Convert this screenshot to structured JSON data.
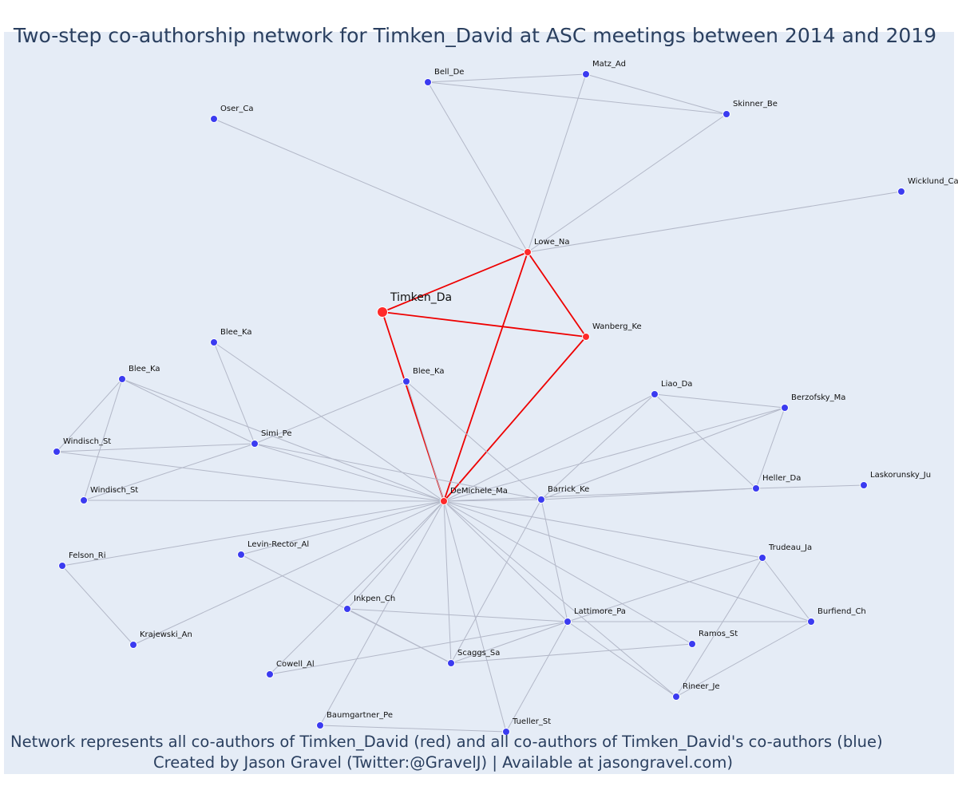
{
  "title": "Two-step co-authorship network for Timken_David at ASC meetings between 2014 and 2019",
  "captions": {
    "line1": "Network represents all co-authors of Timken_David (red) and all co-authors of Timken_David's co-authors (blue)",
    "line2": "Created by Jason Gravel (Twitter:@GravelJ) | Available at jasongravel.com)"
  },
  "colors": {
    "background": "#e5ecf6",
    "first_step_node": "#ff2a2a",
    "second_step_node": "#3b3bf0",
    "first_step_edge": "#ee0000",
    "second_step_edge": "#b3b8c8",
    "title_text": "#2a3f5f"
  },
  "nodes": [
    {
      "id": "Timken_Da",
      "label": "Timken_Da",
      "group": "focal"
    },
    {
      "id": "Lowe_Na",
      "label": "Lowe_Na",
      "group": "coauthor"
    },
    {
      "id": "Wanberg_Ke",
      "label": "Wanberg_Ke",
      "group": "coauthor"
    },
    {
      "id": "DeMichele_Ma",
      "label": "DeMichele_Ma",
      "group": "coauthor"
    },
    {
      "id": "Bell_De",
      "label": "Bell_De",
      "group": "second"
    },
    {
      "id": "Matz_Ad",
      "label": "Matz_Ad",
      "group": "second"
    },
    {
      "id": "Skinner_Be",
      "label": "Skinner_Be",
      "group": "second"
    },
    {
      "id": "Oser_Ca",
      "label": "Oser_Ca",
      "group": "second"
    },
    {
      "id": "Wicklund_Ca",
      "label": "Wicklund_Ca",
      "group": "second"
    },
    {
      "id": "Blee_Ka_1",
      "label": "Blee_Ka",
      "group": "second"
    },
    {
      "id": "Blee_Ka_2",
      "label": "Blee_Ka",
      "group": "second"
    },
    {
      "id": "Blee_Ka_3",
      "label": "Blee_Ka",
      "group": "second"
    },
    {
      "id": "Simi_Pe",
      "label": "Simi_Pe",
      "group": "second"
    },
    {
      "id": "Windisch_St_1",
      "label": "Windisch_St",
      "group": "second"
    },
    {
      "id": "Windisch_St_2",
      "label": "Windisch_St",
      "group": "second"
    },
    {
      "id": "Liao_Da",
      "label": "Liao_Da",
      "group": "second"
    },
    {
      "id": "Berzofsky_Ma",
      "label": "Berzofsky_Ma",
      "group": "second"
    },
    {
      "id": "Heller_Da",
      "label": "Heller_Da",
      "group": "second"
    },
    {
      "id": "Laskorunsky_Ju",
      "label": "Laskorunsky_Ju",
      "group": "second"
    },
    {
      "id": "Barrick_Ke",
      "label": "Barrick_Ke",
      "group": "second"
    },
    {
      "id": "Felson_Ri",
      "label": "Felson_Ri",
      "group": "second"
    },
    {
      "id": "Krajewski_An",
      "label": "Krajewski_An",
      "group": "second"
    },
    {
      "id": "Levin-Rector_Al",
      "label": "Levin-Rector_Al",
      "group": "second"
    },
    {
      "id": "Inkpen_Ch",
      "label": "Inkpen_Ch",
      "group": "second"
    },
    {
      "id": "Cowell_Al",
      "label": "Cowell_Al",
      "group": "second"
    },
    {
      "id": "Scaggs_Sa",
      "label": "Scaggs_Sa",
      "group": "second"
    },
    {
      "id": "Lattimore_Pa",
      "label": "Lattimore_Pa",
      "group": "second"
    },
    {
      "id": "Trudeau_Ja",
      "label": "Trudeau_Ja",
      "group": "second"
    },
    {
      "id": "Burfiend_Ch",
      "label": "Burfiend_Ch",
      "group": "second"
    },
    {
      "id": "Ramos_St",
      "label": "Ramos_St",
      "group": "second"
    },
    {
      "id": "Rineer_Je",
      "label": "Rineer_Je",
      "group": "second"
    },
    {
      "id": "Baumgartner_Pe",
      "label": "Baumgartner_Pe",
      "group": "second"
    },
    {
      "id": "Tueller_St",
      "label": "Tueller_St",
      "group": "second"
    }
  ],
  "edges": [
    [
      "Timken_Da",
      "Lowe_Na"
    ],
    [
      "Timken_Da",
      "Wanberg_Ke"
    ],
    [
      "Timken_Da",
      "DeMichele_Ma"
    ],
    [
      "Lowe_Na",
      "Wanberg_Ke"
    ],
    [
      "Lowe_Na",
      "DeMichele_Ma"
    ],
    [
      "Wanberg_Ke",
      "DeMichele_Ma"
    ],
    [
      "Lowe_Na",
      "Oser_Ca"
    ],
    [
      "Lowe_Na",
      "Bell_De"
    ],
    [
      "Lowe_Na",
      "Matz_Ad"
    ],
    [
      "Lowe_Na",
      "Skinner_Be"
    ],
    [
      "Lowe_Na",
      "Wicklund_Ca"
    ],
    [
      "Bell_De",
      "Matz_Ad"
    ],
    [
      "Bell_De",
      "Skinner_Be"
    ],
    [
      "Matz_Ad",
      "Skinner_Be"
    ],
    [
      "Blee_Ka_1",
      "Simi_Pe"
    ],
    [
      "Blee_Ka_1",
      "DeMichele_Ma"
    ],
    [
      "Blee_Ka_2",
      "Windisch_St_1"
    ],
    [
      "Blee_Ka_2",
      "Windisch_St_2"
    ],
    [
      "Blee_Ka_2",
      "Simi_Pe"
    ],
    [
      "Blee_Ka_2",
      "DeMichele_Ma"
    ],
    [
      "Blee_Ka_3",
      "Simi_Pe"
    ],
    [
      "Blee_Ka_3",
      "DeMichele_Ma"
    ],
    [
      "Blee_Ka_3",
      "Barrick_Ke"
    ],
    [
      "Windisch_St_1",
      "Simi_Pe"
    ],
    [
      "Windisch_St_1",
      "DeMichele_Ma"
    ],
    [
      "Windisch_St_2",
      "Simi_Pe"
    ],
    [
      "Windisch_St_2",
      "DeMichele_Ma"
    ],
    [
      "Simi_Pe",
      "DeMichele_Ma"
    ],
    [
      "Simi_Pe",
      "Barrick_Ke"
    ],
    [
      "Liao_Da",
      "Heller_Da"
    ],
    [
      "Liao_Da",
      "Berzofsky_Ma"
    ],
    [
      "Liao_Da",
      "DeMichele_Ma"
    ],
    [
      "Liao_Da",
      "Barrick_Ke"
    ],
    [
      "Berzofsky_Ma",
      "Heller_Da"
    ],
    [
      "Berzofsky_Ma",
      "DeMichele_Ma"
    ],
    [
      "Berzofsky_Ma",
      "Barrick_Ke"
    ],
    [
      "Heller_Da",
      "DeMichele_Ma"
    ],
    [
      "Heller_Da",
      "Barrick_Ke"
    ],
    [
      "Heller_Da",
      "Laskorunsky_Ju"
    ],
    [
      "Barrick_Ke",
      "DeMichele_Ma"
    ],
    [
      "Barrick_Ke",
      "Lattimore_Pa"
    ],
    [
      "Barrick_Ke",
      "Scaggs_Sa"
    ],
    [
      "Felson_Ri",
      "Krajewski_An"
    ],
    [
      "Felson_Ri",
      "DeMichele_Ma"
    ],
    [
      "Krajewski_An",
      "DeMichele_Ma"
    ],
    [
      "Levin-Rector_Al",
      "DeMichele_Ma"
    ],
    [
      "Levin-Rector_Al",
      "Scaggs_Sa"
    ],
    [
      "Inkpen_Ch",
      "DeMichele_Ma"
    ],
    [
      "Inkpen_Ch",
      "Lattimore_Pa"
    ],
    [
      "Inkpen_Ch",
      "Scaggs_Sa"
    ],
    [
      "Cowell_Al",
      "DeMichele_Ma"
    ],
    [
      "Cowell_Al",
      "Lattimore_Pa"
    ],
    [
      "Scaggs_Sa",
      "DeMichele_Ma"
    ],
    [
      "Scaggs_Sa",
      "Lattimore_Pa"
    ],
    [
      "Scaggs_Sa",
      "Ramos_St"
    ],
    [
      "Lattimore_Pa",
      "DeMichele_Ma"
    ],
    [
      "Lattimore_Pa",
      "Trudeau_Ja"
    ],
    [
      "Lattimore_Pa",
      "Burfiend_Ch"
    ],
    [
      "Lattimore_Pa",
      "Rineer_Je"
    ],
    [
      "Lattimore_Pa",
      "Tueller_St"
    ],
    [
      "Trudeau_Ja",
      "DeMichele_Ma"
    ],
    [
      "Trudeau_Ja",
      "Burfiend_Ch"
    ],
    [
      "Trudeau_Ja",
      "Rineer_Je"
    ],
    [
      "Burfiend_Ch",
      "DeMichele_Ma"
    ],
    [
      "Burfiend_Ch",
      "Rineer_Je"
    ],
    [
      "Ramos_St",
      "DeMichele_Ma"
    ],
    [
      "Rineer_Je",
      "DeMichele_Ma"
    ],
    [
      "Baumgartner_Pe",
      "DeMichele_Ma"
    ],
    [
      "Baumgartner_Pe",
      "Tueller_St"
    ],
    [
      "Tueller_St",
      "DeMichele_Ma"
    ]
  ]
}
